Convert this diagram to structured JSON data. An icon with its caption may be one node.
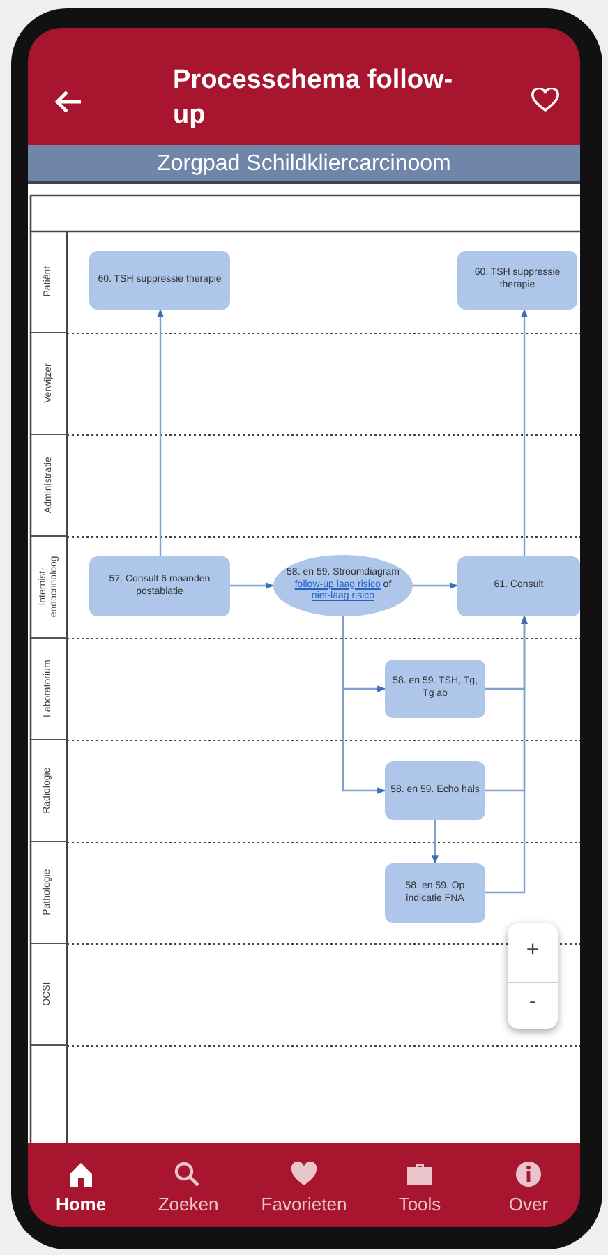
{
  "diagram": {
    "title": "Processchema follow-up",
    "nodes": [
      {
        "text": [
          "Patiënt"
        ]
      },
      {
        "text": [
          "Verwijzer"
        ]
      },
      {
        "text": [
          "Administratie"
        ]
      },
      {
        "text": [
          "Internist-endocrinoloog"
        ]
      },
      {
        "text": [
          "Laboratorium"
        ]
      },
      {
        "text": [
          "Radiologie"
        ]
      },
      {
        "text": [
          "Pathologie"
        ]
      },
      {
        "text": [
          "OCSI"
        ]
      },
      {
        "text": [
          "60. TSH suppressie therapie"
        ]
      },
      {
        "text": [
          "60. TSH suppressie therapie"
        ]
      },
      {
        "text": [
          "57. Consult 6 maanden postablatie"
        ]
      },
      {
        "text": [
          "58. en 59. Stroomdiagram",
          "follow-up laag risico",
          "of",
          "niet-laag risico"
        ]
      },
      {
        "text": [
          "61. Consult"
        ]
      },
      {
        "text": [
          "58. en 59. TSH, Tg, Tg ab"
        ]
      },
      {
        "text": [
          "58. en 59. Echo hals"
        ]
      },
      {
        "text": [
          "58. en 59. Op indicatie FNA"
        ]
      }
    ],
    "edges": [
      {
        "from": 10,
        "to": 11,
        "arrow": "to"
      },
      {
        "from": 10,
        "to": 8,
        "arrow": "to"
      },
      {
        "from": 11,
        "to": 12,
        "arrow": "to"
      },
      {
        "from": 11,
        "to": 13,
        "arrow": "to"
      },
      {
        "from": 11,
        "to": 14,
        "arrow": "to"
      },
      {
        "from": 14,
        "to": 15,
        "arrow": "to"
      },
      {
        "from": 13,
        "to": 12,
        "arrow": "to"
      },
      {
        "from": 14,
        "to": 12,
        "arrow": "to"
      },
      {
        "from": 15,
        "to": 12,
        "arrow": "to"
      },
      {
        "from": 12,
        "to": 9,
        "arrow": "to"
      }
    ],
    "labels": [
      "Zorgpad Schildkliercarcinoom",
      "+",
      "-",
      "Home",
      "Zoeken",
      "Favorieten",
      "Tools",
      "Over"
    ]
  }
}
